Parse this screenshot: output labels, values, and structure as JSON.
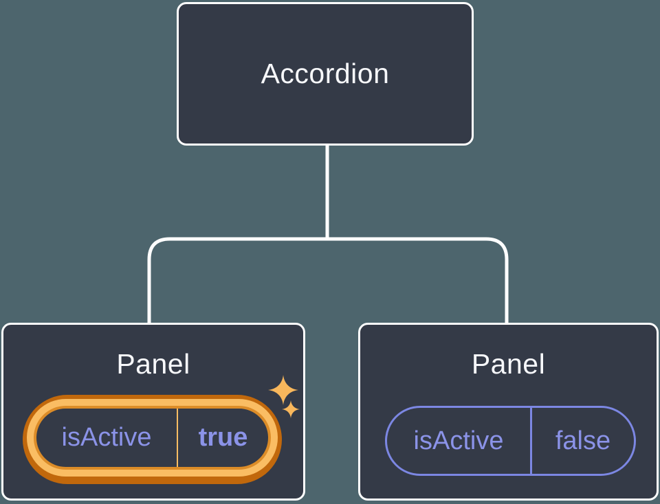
{
  "tree": {
    "root": {
      "label": "Accordion"
    },
    "children": [
      {
        "label": "Panel",
        "state": {
          "key": "isActive",
          "value": "true"
        },
        "highlighted": true,
        "icons": [
          "sparkle-icon",
          "sparkle-icon"
        ]
      },
      {
        "label": "Panel",
        "state": {
          "key": "isActive",
          "value": "false"
        },
        "highlighted": false
      }
    ]
  },
  "colors": {
    "background": "#4D656D",
    "node_fill": "#343A47",
    "node_border": "#FFFFFF",
    "connector": "#FFFFFF",
    "title_text": "#F7F8FB",
    "state_text": "#8B93E8",
    "state_pill_border": "#7C87E3",
    "highlight_outer": "#C1680C",
    "highlight_band": "#FABD63",
    "highlight_inner_ring": "#DC8C28",
    "sparkle": "#F8B75C"
  }
}
